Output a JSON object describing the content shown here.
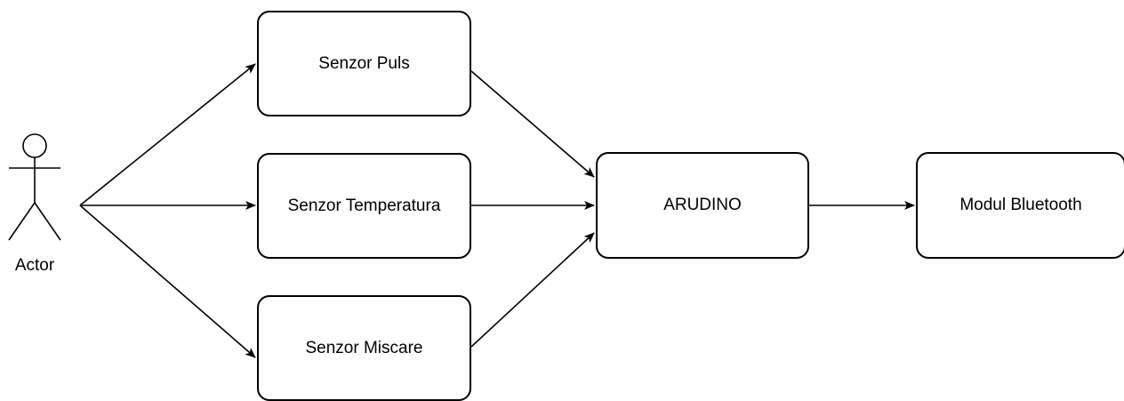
{
  "actor": {
    "label": "Actor"
  },
  "nodes": {
    "senzor_puls": "Senzor Puls",
    "senzor_temperatura": "Senzor Temperatura",
    "senzor_miscare": "Senzor Miscare",
    "arudino": "ARUDINO",
    "modul_bluetooth": "Modul Bluetooth"
  },
  "edges": [
    {
      "from": "actor",
      "to": "senzor_puls"
    },
    {
      "from": "actor",
      "to": "senzor_temperatura"
    },
    {
      "from": "actor",
      "to": "senzor_miscare"
    },
    {
      "from": "senzor_puls",
      "to": "arudino"
    },
    {
      "from": "senzor_temperatura",
      "to": "arudino"
    },
    {
      "from": "senzor_miscare",
      "to": "arudino"
    },
    {
      "from": "arudino",
      "to": "modul_bluetooth"
    }
  ],
  "colors": {
    "stroke": "#000000",
    "background": "#ffffff"
  }
}
